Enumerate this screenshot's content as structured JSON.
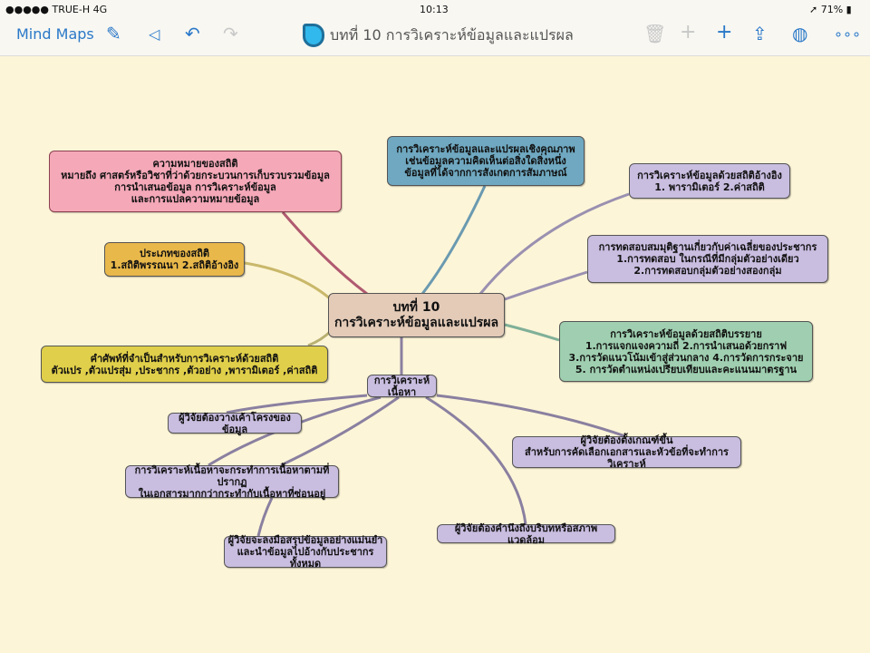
{
  "status": {
    "carrier": "●●●●● TRUE-H  4G",
    "time": "10:13",
    "battery": "71%"
  },
  "nav": {
    "back_label": "Mind Maps",
    "title": "บทที่ 10 การวิเคราะห์ข้อมูลและแปรผล"
  },
  "map": {
    "center": [
      "บทที่ 10",
      "การวิเคราะห์ข้อมูลและแปรผล"
    ],
    "meaning": [
      "ความหมายของสถิติ",
      "หมายถึง ศาสตร์หรือวิชาที่ว่าด้วยกระบวนการเก็บรวบรวมข้อมูล",
      "การนำเสนอข้อมูล การวิเคราะห์ข้อมูล",
      "และการแปลความหมายข้อมูล"
    ],
    "types": [
      "ประเภทของสถิติ",
      "1.สถิติพรรณนา 2.สถิติอ้างอิง"
    ],
    "terms": [
      "คำศัพท์ที่จำเป็นสำหรับการวิเคราะห์ด้วยสถิติ",
      "ตัวแปร ,ตัวแปรสุ่ม ,ประชากร ,ตัวอย่าง ,พารามิเตอร์ ,ค่าสถิติ"
    ],
    "qualitative": [
      "การวิเคราะห์ข้อมูลและแปรผลเชิงคุณภาพ",
      "เช่นข้อมูลความคิดเห็นต่อสิ่งใดสิ่งหนึ่ง",
      "ข้อมูลที่ได้จากการสังเกตการสัมภาษณ์"
    ],
    "inferential": [
      "การวิเคราะห์ข้อมูลด้วยสถิติอ้างอิง",
      "1. พารามิเตอร์ 2.ค่าสถิติ"
    ],
    "hypothesis": [
      "การทดสอบสมมุติฐานเกี่ยวกับค่าเฉลี่ยของประชากร",
      "1.การทดสอบ ในกรณีที่มีกลุ่มตัวอย่างเดียว",
      "2.การทดสอบกลุ่มตัวอย่างสองกลุ่ม"
    ],
    "descriptive": [
      "การวิเคราะห์ข้อมูลด้วยสถิติบรรยาย",
      "1.การแจกแจงความถี่ 2.การนำเสนอด้วยกราฟ",
      "3.การวัดแนวโน้มเข้าสู่ส่วนกลาง 4.การวัดการกระจาย",
      "5. การวัดตำแหน่งเปรียบเทียบและคะแนนมาตรฐาน"
    ],
    "content": "การวิเคราะห์เนื้อหา",
    "c1": [
      "ผู้วิจัยต้องวางเค้าโครงของข้อมูล"
    ],
    "c2": [
      "การวิเคราะห์เนื้อหาจะกระทำการเนื้อหาตามที่ปรากฏ",
      "ในเอกสารมากกว่ากระทำกับเนื้อหาที่ซ่อนอยู่"
    ],
    "c3": [
      "ผู้วิจัยจะลงมือสรุปข้อมูลอย่างแม่นยำ",
      "และนำข้อมูลไปอ้างกับประชากรทั้งหมด"
    ],
    "c4": [
      "ผู้วิจัยต้องคำนึงถึงบริบทหรือสภาพแวดล้อม"
    ],
    "c5": [
      "ผู้วิจัยต้องตั้งเกณฑ์ขึ้น",
      "สำหรับการคัดเลือกเอกสารและหัวข้อที่จะทำการวิเคราะห์"
    ]
  },
  "colors": {
    "accent": "#2a78c8",
    "bg": "#fdf5d8"
  }
}
